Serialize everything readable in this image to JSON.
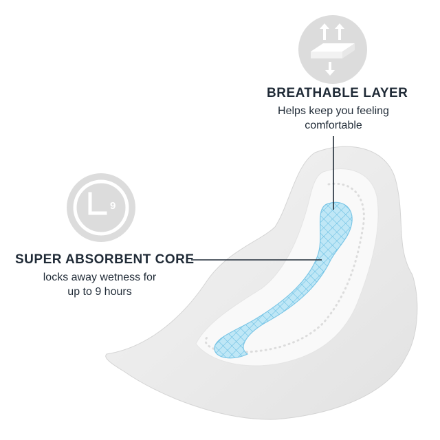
{
  "features": {
    "breathable": {
      "title": "BREATHABLE LAYER",
      "line1": "Helps keep you feeling",
      "line2": "comfortable",
      "icon": "breathable-layer-icon"
    },
    "core": {
      "title": "SUPER ABSORBENT CORE",
      "line1": "locks away wetness for",
      "line2": "up to 9 hours",
      "icon": "clock-9-hours-icon",
      "clock_number": "9"
    }
  },
  "colors": {
    "text": "#1f2a36",
    "icon_circle": "#d9d9d9",
    "core_blue": "#8ed3ee"
  }
}
